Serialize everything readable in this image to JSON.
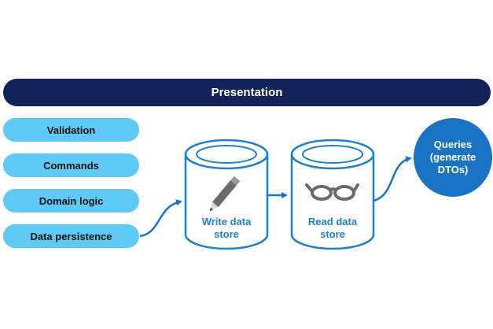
{
  "presentation": {
    "label": "Presentation"
  },
  "left_layers": [
    {
      "label": "Validation"
    },
    {
      "label": "Commands"
    },
    {
      "label": "Domain logic"
    },
    {
      "label": "Data persistence"
    }
  ],
  "write_store": {
    "line1": "Write data",
    "line2": "store",
    "icon": "pencil-icon"
  },
  "read_store": {
    "line1": "Read data",
    "line2": "store",
    "icon": "glasses-icon"
  },
  "queries": {
    "line1": "Queries",
    "line2": "(generate",
    "line3": "DTOs)"
  },
  "colors": {
    "presentation_bg": "#13235a",
    "pill_bg": "#5fc9f6",
    "store_outline": "#1f7fc9",
    "store_label": "#1f7fc9",
    "queries_bg": "#1a74c3",
    "arrow": "#1a74c3",
    "icon": "#6b6b6b"
  }
}
